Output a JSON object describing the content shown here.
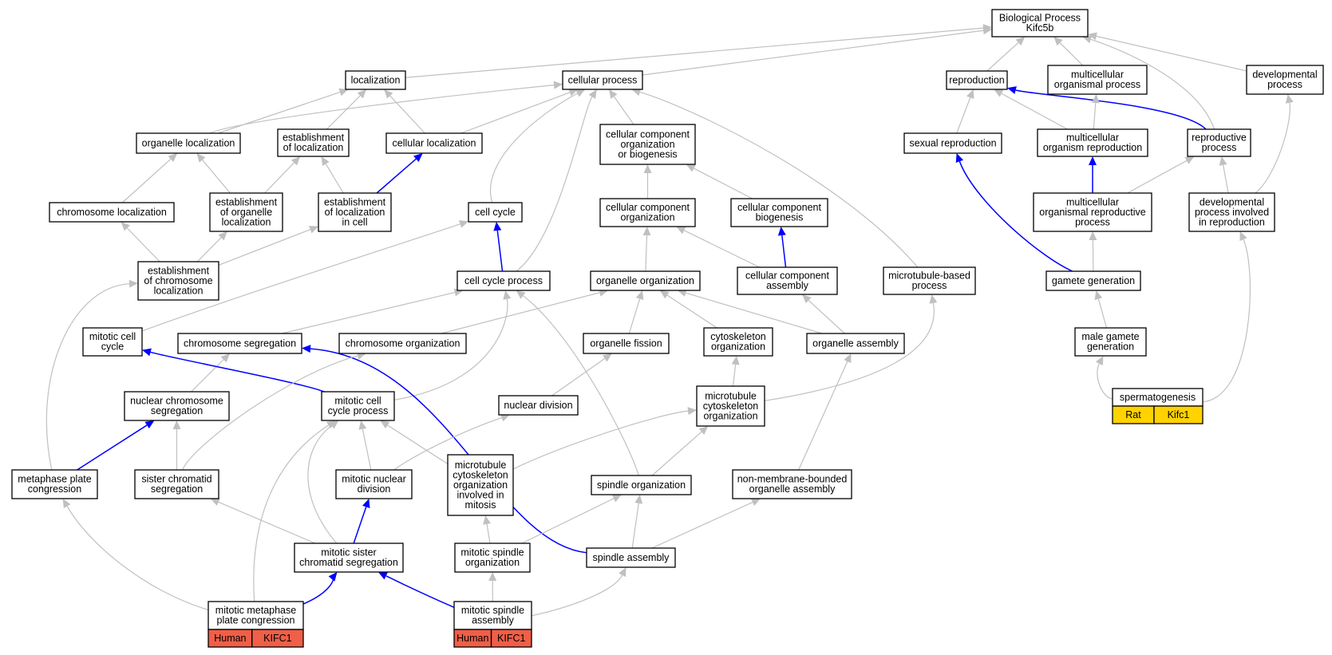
{
  "colors": {
    "gray_edge": "#c0c0c0",
    "blue_edge": "#0000ff",
    "human": "#f05f48",
    "rat": "#ffd200"
  },
  "nodes": {
    "bp": {
      "lines": [
        "Biological Process",
        "Kifc5b"
      ]
    },
    "loc": {
      "lines": [
        "localization"
      ]
    },
    "cellproc": {
      "lines": [
        "cellular process"
      ]
    },
    "repro": {
      "lines": [
        "reproduction"
      ]
    },
    "multi": {
      "lines": [
        "multicellular",
        "organismal process"
      ]
    },
    "devproc": {
      "lines": [
        "developmental",
        "process"
      ]
    },
    "orgloc": {
      "lines": [
        "organelle localization"
      ]
    },
    "estloc": {
      "lines": [
        "establishment",
        "of localization"
      ]
    },
    "cellloc": {
      "lines": [
        "cellular localization"
      ]
    },
    "ccob": {
      "lines": [
        "cellular component",
        "organization",
        "or biogenesis"
      ]
    },
    "sexrep": {
      "lines": [
        "sexual reproduction"
      ]
    },
    "multorgrep": {
      "lines": [
        "multicellular",
        "organism reproduction"
      ]
    },
    "repproc": {
      "lines": [
        "reproductive",
        "process"
      ]
    },
    "chromloc": {
      "lines": [
        "chromosome localization"
      ]
    },
    "estorgloc": {
      "lines": [
        "establishment",
        "of organelle",
        "localization"
      ]
    },
    "estloccell": {
      "lines": [
        "establishment",
        "of localization",
        "in cell"
      ]
    },
    "cellcycle": {
      "lines": [
        "cell cycle"
      ]
    },
    "ccorg": {
      "lines": [
        "cellular component",
        "organization"
      ]
    },
    "ccbio": {
      "lines": [
        "cellular component",
        "biogenesis"
      ]
    },
    "multrepproc": {
      "lines": [
        "multicellular",
        "organismal reproductive",
        "process"
      ]
    },
    "devrep": {
      "lines": [
        "developmental",
        "process involved",
        "in reproduction"
      ]
    },
    "estchromloc": {
      "lines": [
        "establishment",
        "of chromosome",
        "localization"
      ]
    },
    "ccproc": {
      "lines": [
        "cell cycle process"
      ]
    },
    "orgorg": {
      "lines": [
        "organelle organization"
      ]
    },
    "ccassem": {
      "lines": [
        "cellular component",
        "assembly"
      ]
    },
    "mtbased": {
      "lines": [
        "microtubule-based",
        "process"
      ]
    },
    "gamete": {
      "lines": [
        "gamete generation"
      ]
    },
    "mitcc": {
      "lines": [
        "mitotic cell",
        "cycle"
      ]
    },
    "chromseg": {
      "lines": [
        "chromosome segregation"
      ]
    },
    "chromorg": {
      "lines": [
        "chromosome organization"
      ]
    },
    "orgfis": {
      "lines": [
        "organelle fission"
      ]
    },
    "cytoorg": {
      "lines": [
        "cytoskeleton",
        "organization"
      ]
    },
    "orgassem": {
      "lines": [
        "organelle assembly"
      ]
    },
    "malegam": {
      "lines": [
        "male gamete",
        "generation"
      ]
    },
    "nucchromseg": {
      "lines": [
        "nuclear chromosome",
        "segregation"
      ]
    },
    "mitccproc": {
      "lines": [
        "mitotic cell",
        "cycle process"
      ]
    },
    "nucdiv": {
      "lines": [
        "nuclear division"
      ]
    },
    "mtcytoorg": {
      "lines": [
        "microtubule",
        "cytoskeleton",
        "organization"
      ]
    },
    "spermato": {
      "lines": [
        "spermatogenesis"
      ]
    },
    "metaplate": {
      "lines": [
        "metaphase plate",
        "congression"
      ]
    },
    "sischrom": {
      "lines": [
        "sister chromatid",
        "segregation"
      ]
    },
    "mitnucdiv": {
      "lines": [
        "mitotic nuclear",
        "division"
      ]
    },
    "mtcytomit": {
      "lines": [
        "microtubule",
        "cytoskeleton",
        "organization",
        "involved in",
        "mitosis"
      ]
    },
    "spindleorg": {
      "lines": [
        "spindle organization"
      ]
    },
    "nonmem": {
      "lines": [
        "non-membrane-bounded",
        "organelle assembly"
      ]
    },
    "mitsischrom": {
      "lines": [
        "mitotic sister",
        "chromatid segregation"
      ]
    },
    "mitspinorg": {
      "lines": [
        "mitotic spindle",
        "organization"
      ]
    },
    "spindleassem": {
      "lines": [
        "spindle assembly"
      ]
    },
    "mitmeta": {
      "lines": [
        "mitotic metaphase",
        "plate congression"
      ]
    },
    "mitspinassem": {
      "lines": [
        "mitotic spindle",
        "assembly"
      ]
    }
  },
  "annotations": {
    "mitmeta": {
      "species": "Human",
      "gene": "KIFC1"
    },
    "mitspinassem": {
      "species": "Human",
      "gene": "KIFC1"
    },
    "spermato": {
      "species": "Rat",
      "gene": "Kifc1"
    }
  }
}
